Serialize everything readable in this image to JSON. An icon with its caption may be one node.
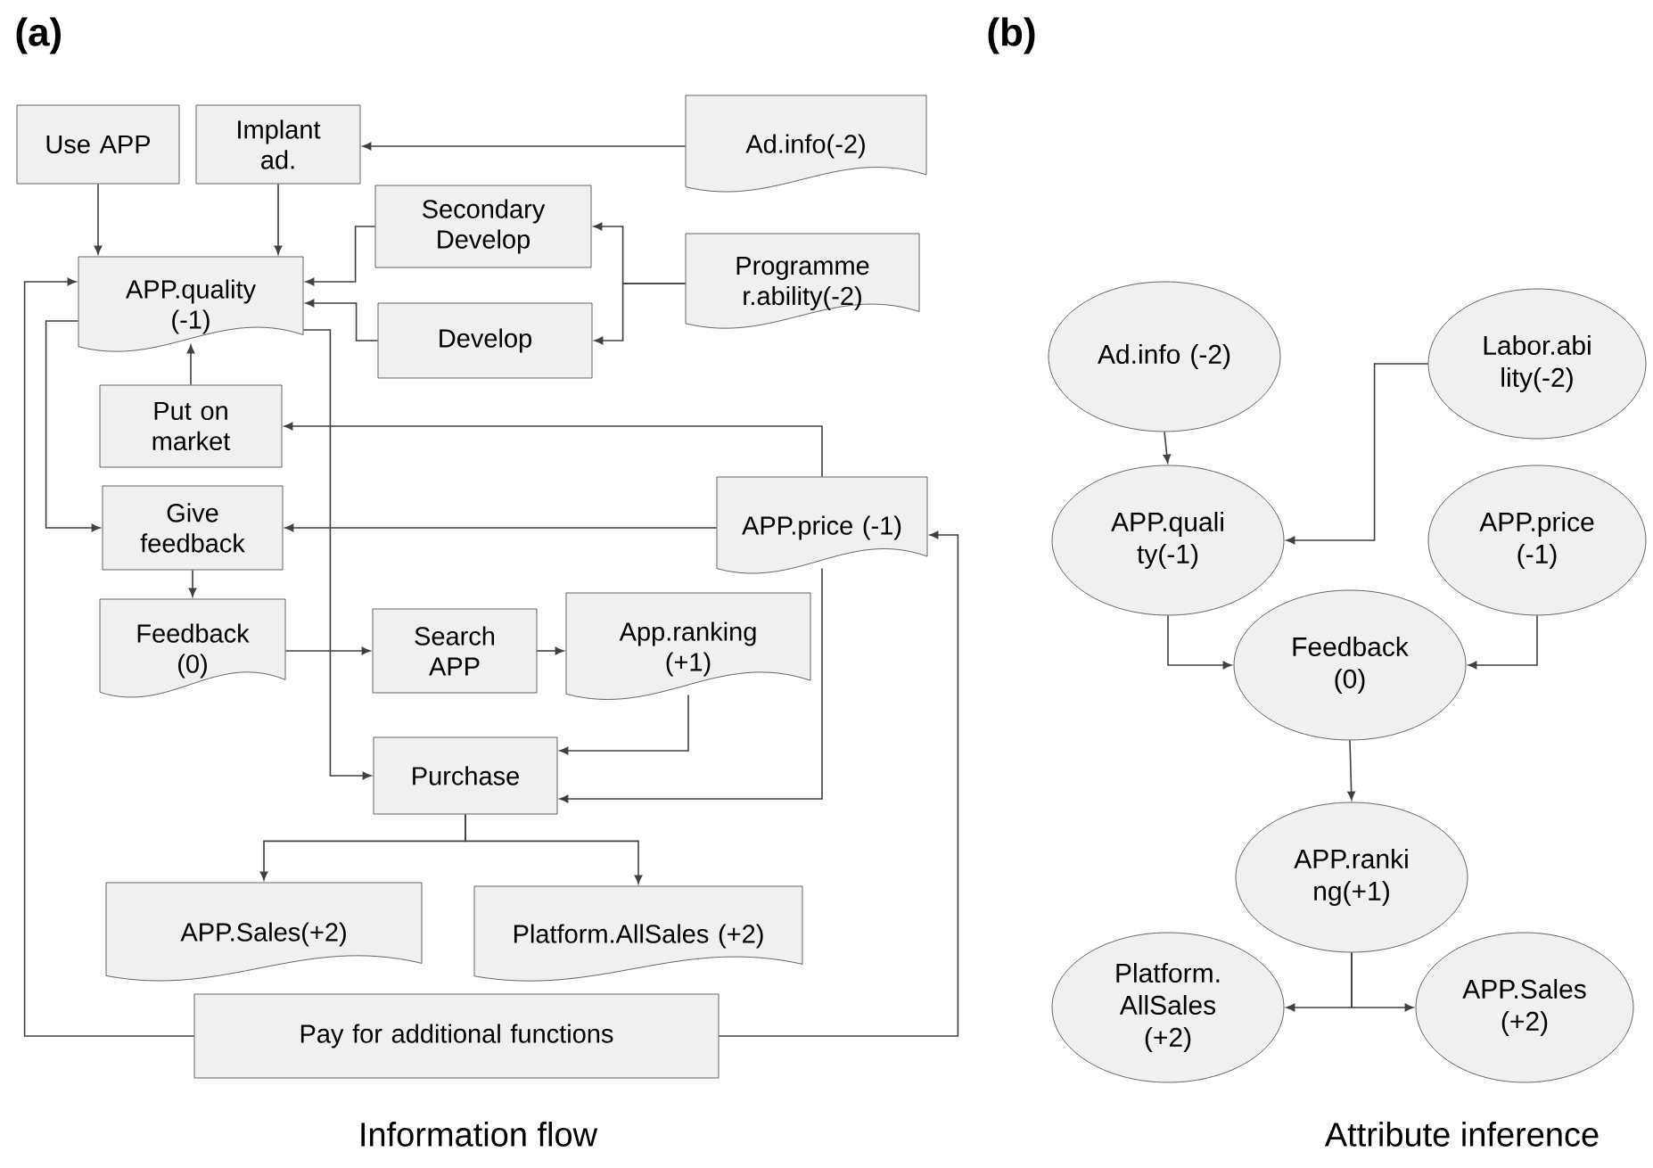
{
  "diagram": {
    "nodes": [
      {
        "text": [
          "Use APP"
        ]
      },
      {
        "text": [
          "Implant ad."
        ]
      },
      {
        "text": [
          "Ad.info(-2)"
        ]
      },
      {
        "text": [
          "Secondary Develop"
        ]
      },
      {
        "text": [
          "Programme r.ability(-2)"
        ]
      },
      {
        "text": [
          "APP.quality (-1)"
        ]
      },
      {
        "text": [
          "Develop"
        ]
      },
      {
        "text": [
          "Put on market"
        ]
      },
      {
        "text": [
          "Give feedback"
        ]
      },
      {
        "text": [
          "APP.price (-1)"
        ]
      },
      {
        "text": [
          "Feedback (0)"
        ]
      },
      {
        "text": [
          "Search APP"
        ]
      },
      {
        "text": [
          "App.ranking (+1)"
        ]
      },
      {
        "text": [
          "Purchase"
        ]
      },
      {
        "text": [
          "APP.Sales(+2)"
        ]
      },
      {
        "text": [
          "Platform.AllSales (+2)"
        ]
      },
      {
        "text": [
          "Pay for additional functions"
        ]
      },
      {
        "text": [
          "Ad.info (-2)"
        ]
      },
      {
        "text": [
          "Labor.abi lity(-2)"
        ]
      },
      {
        "text": [
          "APP.quali ty(-1)"
        ]
      },
      {
        "text": [
          "APP.price (-1)"
        ]
      },
      {
        "text": [
          "Feedback (0)"
        ]
      },
      {
        "text": [
          "APP.ranki ng(+1)"
        ]
      },
      {
        "text": [
          "Platform. AllSales (+2)"
        ]
      },
      {
        "text": [
          "APP.Sales (+2)"
        ]
      }
    ],
    "edges": [
      {
        "from": 0,
        "to": 5,
        "arrow": "to"
      },
      {
        "from": 1,
        "to": 5,
        "arrow": "to"
      },
      {
        "from": 2,
        "to": 1,
        "arrow": "to"
      },
      {
        "from": 3,
        "to": 5,
        "arrow": "to"
      },
      {
        "from": 6,
        "to": 5,
        "arrow": "to"
      },
      {
        "from": 4,
        "to": 3,
        "arrow": "to"
      },
      {
        "from": 4,
        "to": 6,
        "arrow": "to"
      },
      {
        "from": 7,
        "to": 5,
        "arrow": "to"
      },
      {
        "from": 5,
        "to": 8,
        "arrow": "to"
      },
      {
        "from": 5,
        "to": 13,
        "arrow": "to"
      },
      {
        "from": 9,
        "to": 7,
        "arrow": "to"
      },
      {
        "from": 9,
        "to": 8,
        "arrow": "to"
      },
      {
        "from": 8,
        "to": 10,
        "arrow": "to"
      },
      {
        "from": 10,
        "to": 11,
        "arrow": "to"
      },
      {
        "from": 11,
        "to": 12,
        "arrow": "to"
      },
      {
        "from": 12,
        "to": 13,
        "arrow": "to"
      },
      {
        "from": 9,
        "to": 13,
        "arrow": "to"
      },
      {
        "from": 13,
        "to": 14,
        "arrow": "to"
      },
      {
        "from": 13,
        "to": 15,
        "arrow": "to"
      },
      {
        "from": 16,
        "to": 5,
        "arrow": "to"
      },
      {
        "from": 16,
        "to": 9,
        "arrow": "to"
      },
      {
        "from": 17,
        "to": 19,
        "arrow": "to"
      },
      {
        "from": 18,
        "to": 19,
        "arrow": "to"
      },
      {
        "from": 19,
        "to": 21,
        "arrow": "to"
      },
      {
        "from": 20,
        "to": 21,
        "arrow": "to"
      },
      {
        "from": 21,
        "to": 22,
        "arrow": "to"
      },
      {
        "from": 22,
        "to": 23,
        "arrow": "to"
      },
      {
        "from": 22,
        "to": 24,
        "arrow": "to"
      }
    ],
    "labels": [
      "(a)",
      "(b)",
      "Information flow",
      "Attribute inference"
    ]
  }
}
